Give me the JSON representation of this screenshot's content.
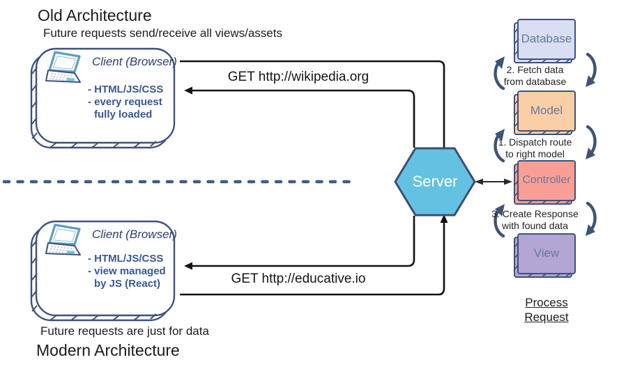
{
  "diagram": {
    "old": {
      "title": "Old Architecture",
      "note": "Future requests send/receive all views/assets",
      "client": {
        "title": "Client (Browser)",
        "features": [
          "- HTML/JS/CSS",
          "- every request",
          "fully loaded"
        ]
      },
      "request_label": "GET http://wikipedia.org"
    },
    "modern": {
      "title": "Modern Architecture",
      "note": "Future requests are just for data",
      "client": {
        "title": "Client (Browser)",
        "features": [
          "- HTML/JS/CSS",
          "- view managed",
          "by JS (React)"
        ]
      },
      "request_label": "GET http://educative.io"
    },
    "server": {
      "label": "Server",
      "fill": "#63C2E2",
      "stroke": "#3C4E6E"
    },
    "mvc": {
      "boxes": [
        {
          "label": "Database",
          "fill": "#D8DFF2"
        },
        {
          "label": "Model",
          "fill": "#FBCFA6"
        },
        {
          "label": "Controller",
          "fill": "#FA9F95"
        },
        {
          "label": "View",
          "fill": "#B3A6D4"
        }
      ],
      "steps": [
        {
          "line1": "2. Fetch data",
          "line2": "from database"
        },
        {
          "line1": "1. Dispatch route",
          "line2": "to right model"
        },
        {
          "line1": "3. Create Response",
          "line2": "with found data"
        }
      ],
      "caption": {
        "line1": "Process",
        "line2": "Request"
      }
    },
    "colors": {
      "outline": "#3D517E",
      "curved_arrow": "#3E5377",
      "feature_text": "#3A5795",
      "divider": "#41598C"
    }
  }
}
